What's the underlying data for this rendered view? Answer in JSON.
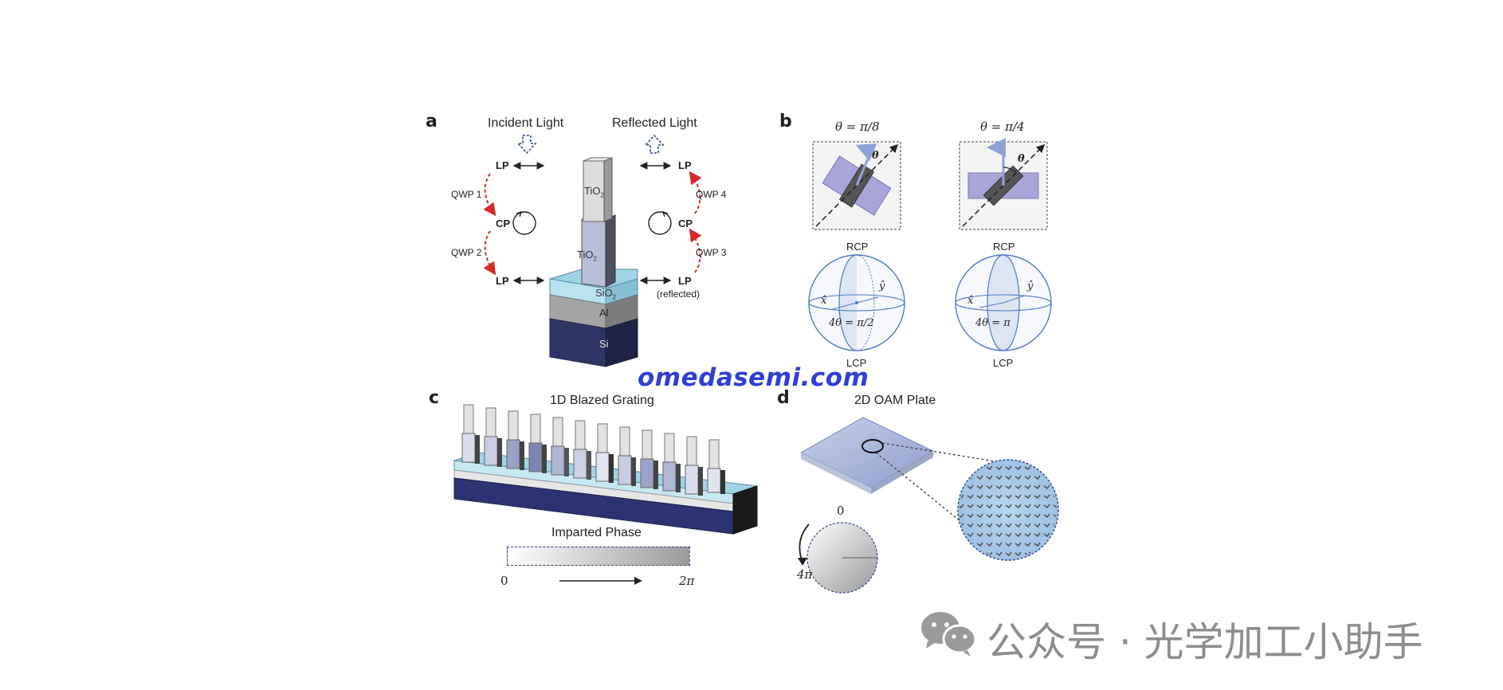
{
  "panels": {
    "a": {
      "letter": "a",
      "incident": "Incident Light",
      "reflected": "Reflected Light",
      "lp": "LP",
      "cp": "CP",
      "qwp1": "QWP 1",
      "qwp2": "QWP 2",
      "qwp3": "QWP 3",
      "qwp4": "QWP 4",
      "reflected_note": "(reflected)",
      "layer_tio2": "TiO",
      "layer_sio2": "SiO",
      "sub2": "2",
      "layer_al": "Al",
      "layer_si": "Si"
    },
    "b": {
      "letter": "b",
      "theta_left": "θ = π/8",
      "theta_right": "θ = π/4",
      "theta": "θ",
      "rcp": "RCP",
      "lcp": "LCP",
      "x_hat": "x̂",
      "y_hat": "ŷ",
      "phase_left": "4θ = π/2",
      "phase_right": "4θ = π"
    },
    "c": {
      "letter": "c",
      "title": "1D Blazed Grating",
      "phase_title": "Imparted Phase",
      "zero": "0",
      "two_pi": "2π"
    },
    "d": {
      "letter": "d",
      "title": "2D OAM Plate",
      "zero": "0",
      "four_pi": "4π"
    }
  },
  "watermark": "omedasemi.com",
  "wechat_label": "公众号 · 光学加工小助手",
  "colors": {
    "tio2": "#b9bfd8",
    "sio2": "#9fd3e6",
    "al": "#a4a4a4",
    "si": "#2a2e5a",
    "arrow_red": "#d42a2a",
    "sphere": "#4f79c9",
    "watermark": "#2f3fd6"
  }
}
